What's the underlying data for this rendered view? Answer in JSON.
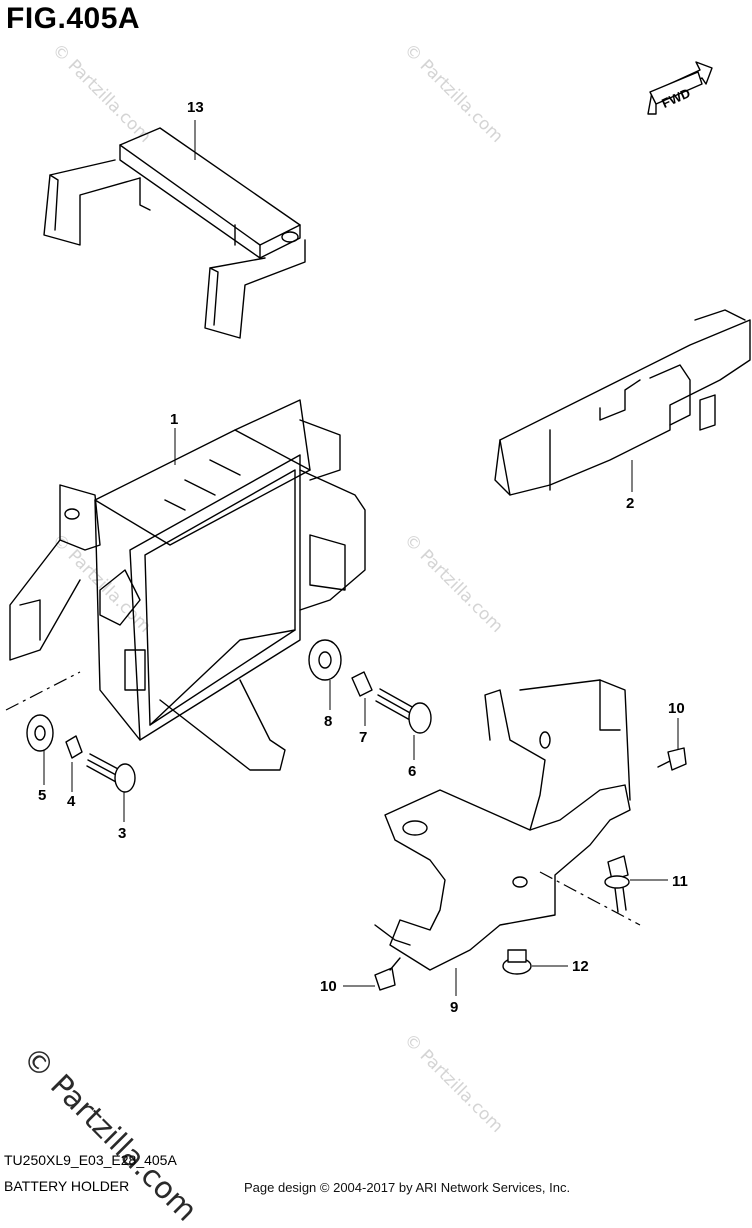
{
  "figure": {
    "title": "FIG.405A"
  },
  "fwd_label": "FWD",
  "watermark": {
    "small": "© Partzilla.com",
    "large": "© Partzilla.com"
  },
  "callouts": [
    {
      "id": "c13",
      "label": "13"
    },
    {
      "id": "c1",
      "label": "1"
    },
    {
      "id": "c2",
      "label": "2"
    },
    {
      "id": "c5",
      "label": "5"
    },
    {
      "id": "c4",
      "label": "4"
    },
    {
      "id": "c3",
      "label": "3"
    },
    {
      "id": "c8",
      "label": "8"
    },
    {
      "id": "c7",
      "label": "7"
    },
    {
      "id": "c6",
      "label": "6"
    },
    {
      "id": "c10a",
      "label": "10"
    },
    {
      "id": "c11",
      "label": "11"
    },
    {
      "id": "c12",
      "label": "12"
    },
    {
      "id": "c10b",
      "label": "10"
    },
    {
      "id": "c9",
      "label": "9"
    }
  ],
  "footer": {
    "model_code": "TU250XL9_E03_E28_405A",
    "section_name": "BATTERY HOLDER",
    "credit": "Page design © 2004-2017 by ARI Network Services, Inc."
  }
}
